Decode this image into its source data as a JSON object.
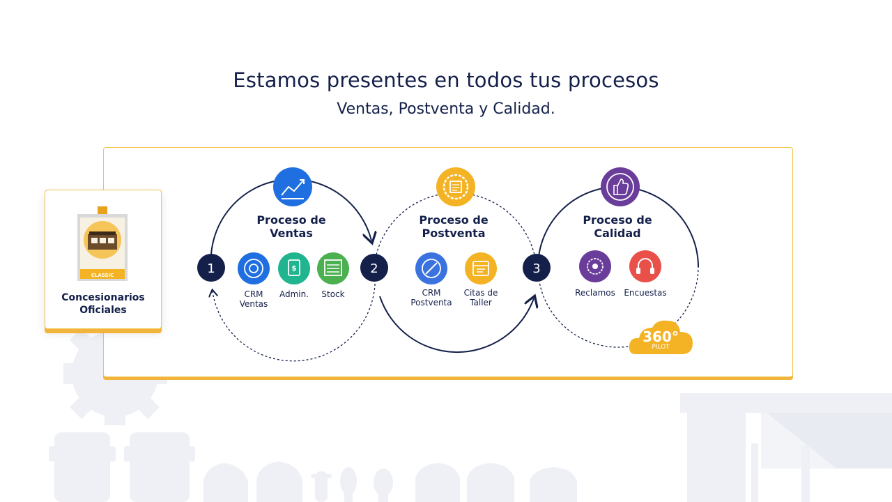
{
  "header": {
    "title": "Estamos presentes en todos tus procesos",
    "subtitle": "Ventas, Postventa y Calidad."
  },
  "badge": {
    "tag": "CLASSIC",
    "label_line1": "Concesionarios",
    "label_line2": "Oficiales"
  },
  "steps": [
    "1",
    "2",
    "3"
  ],
  "processes": [
    {
      "title_line1": "Proceso de",
      "title_line2": "Ventas",
      "icon": "sales-chart-icon",
      "color": "#1f6fe0",
      "items": [
        {
          "line1": "CRM",
          "line2": "Ventas",
          "icon": "crm-ventas-icon",
          "color": "#1f6fe0"
        },
        {
          "line1": "Admin.",
          "line2": "",
          "icon": "admin-document-icon",
          "color": "#20b58f"
        },
        {
          "line1": "Stock",
          "line2": "",
          "icon": "stock-garage-icon",
          "color": "#4caf50"
        }
      ]
    },
    {
      "title_line1": "Proceso de",
      "title_line2": "Postventa",
      "icon": "postventa-gear-icon",
      "color": "#f4b324",
      "items": [
        {
          "line1": "CRM",
          "line2": "Postventa",
          "icon": "crm-postventa-icon",
          "color": "#3a73e0"
        },
        {
          "line1": "Citas de",
          "line2": "Taller",
          "icon": "workshop-calendar-icon",
          "color": "#f4b324"
        }
      ]
    },
    {
      "title_line1": "Proceso de",
      "title_line2": "Calidad",
      "icon": "thumbs-up-icon",
      "color": "#6a3d9a",
      "items": [
        {
          "line1": "Reclamos",
          "line2": "",
          "icon": "claims-badge-icon",
          "color": "#6a3d9a"
        },
        {
          "line1": "Encuestas",
          "line2": "",
          "icon": "headset-survey-icon",
          "color": "#e9504a"
        }
      ]
    }
  ],
  "cloud": {
    "value": "360°",
    "label": "PILOT",
    "color": "#f4b324"
  },
  "colors": {
    "navy": "#14204a",
    "accent": "#f2b43a",
    "background_silhouettes": "#eef0f5"
  }
}
